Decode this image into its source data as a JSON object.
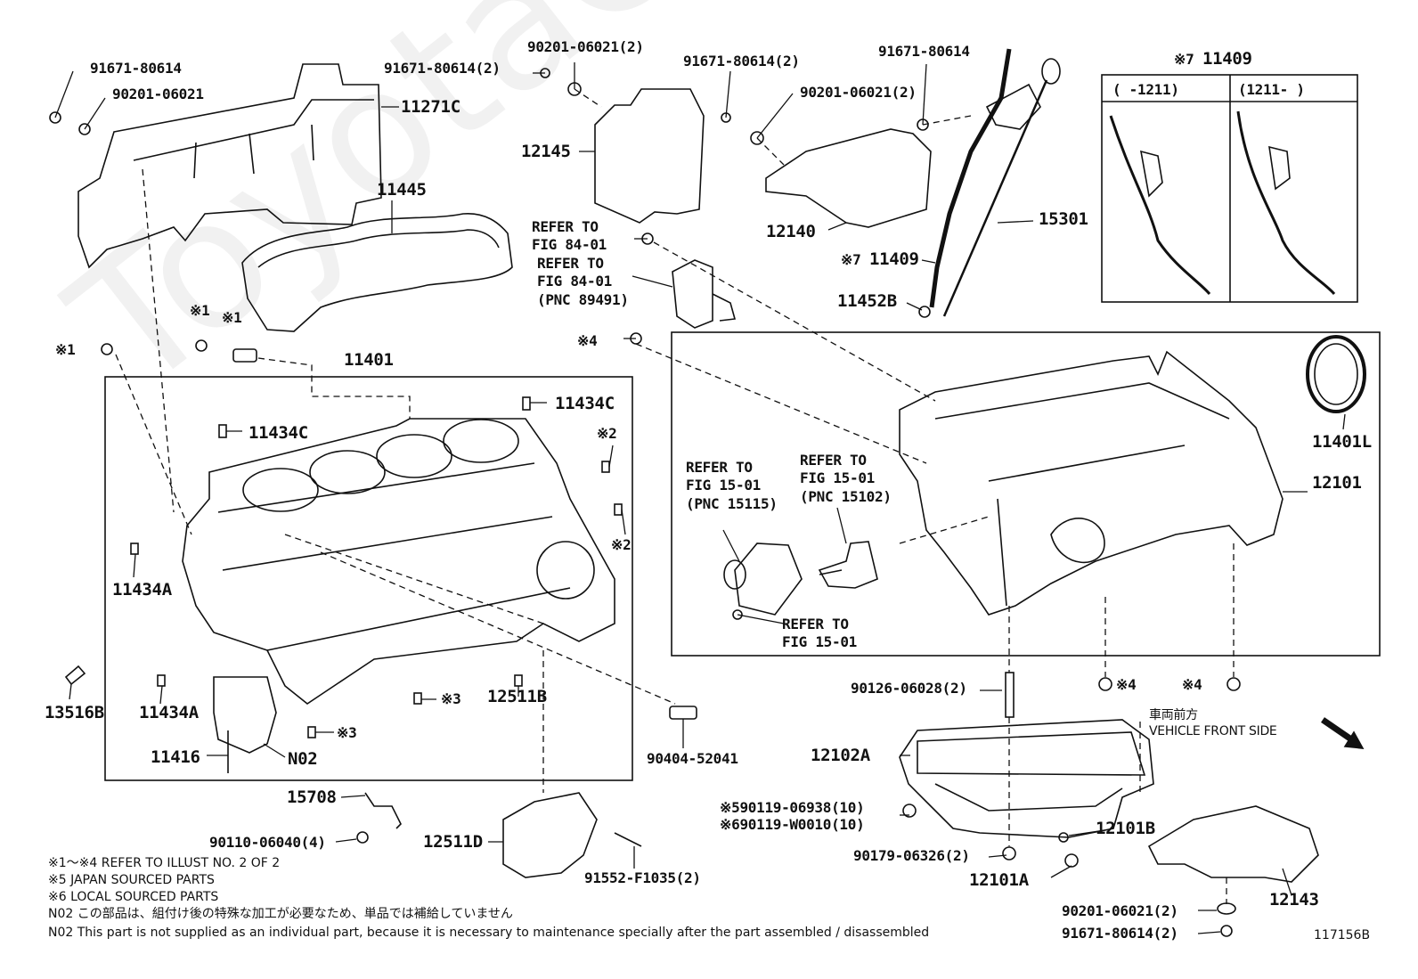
{
  "watermark": "ToyotaCarMiner.ru",
  "labels": {
    "p91671_80614_tl": "91671-80614",
    "p90201_06021_tl": "90201-06021",
    "p11271C": "11271C",
    "p91671_80614_2a": "91671-80614(2)",
    "p90201_06021_2a": "90201-06021(2)",
    "p12145": "12145",
    "p91671_80614_2b": "91671-80614(2)",
    "p90201_06021_2b": "90201-06021(2)",
    "p12140": "12140",
    "p91671_80614_tr": "91671-80614",
    "p15301": "15301",
    "p11409_mark": "※7",
    "p11409": "11409",
    "p11452B": "11452B",
    "p11445": "11445",
    "refer_84a": "REFER TO",
    "refer_84a_fig": "FIG 84-01",
    "refer_84b": "REFER TO",
    "refer_84b_fig": "FIG 84-01",
    "refer_84b_pnc": "(PNC 89491)",
    "mark_4a": "※4",
    "mark_1a": "※1",
    "mark_1b": "※1",
    "mark_1c": "※1",
    "p11401": "11401",
    "p11434C_a": "11434C",
    "p11434C_b": "11434C",
    "mark_2a": "※2",
    "mark_2b": "※2",
    "p11434A_a": "11434A",
    "p11434A_b": "11434A",
    "p13516B": "13516B",
    "mark_3a": "※3",
    "mark_3b": "※3",
    "p12511B": "12511B",
    "p11416": "11416",
    "pN02": "N02",
    "p90404_52041": "90404-52041",
    "p15708": "15708",
    "p90110_06040": "90110-06040(4)",
    "p12511D": "12511D",
    "p91552_F1035": "91552-F1035(2)",
    "refer_15a": "REFER TO",
    "refer_15a_fig": "FIG 15-01",
    "refer_15a_pnc": "(PNC 15115)",
    "refer_15b": "REFER TO",
    "refer_15b_fig": "FIG 15-01",
    "refer_15b_pnc": "(PNC 15102)",
    "refer_15c": "REFER TO",
    "refer_15c_fig": "FIG 15-01",
    "p11401L": "11401L",
    "p12101": "12101",
    "p90126_06028": "90126-06028(2)",
    "mark_4b": "※4",
    "mark_4c": "※4",
    "vehicle_front_jp": "車両前方",
    "vehicle_front_en": "VEHICLE FRONT SIDE",
    "p12102A": "12102A",
    "p90119_06938": "※590119-06938(10)",
    "p90119_W0010": "※690119-W0010(10)",
    "p12101B": "12101B",
    "p90179_06326": "90179-06326(2)",
    "p12101A": "12101A",
    "p12143": "12143",
    "p90201_06021_br": "90201-06021(2)",
    "p91671_80614_br": "91671-80614(2)",
    "inset_col1": "(    -1211)",
    "inset_col2": "(1211-    )",
    "inset_mark": "※7",
    "inset_title": "11409",
    "diagram_id": "117156B"
  },
  "notes": {
    "n1": "※1～※4  REFER TO ILLUST NO. 2 OF 2",
    "n2": "※5  JAPAN SOURCED PARTS",
    "n3": "※6  LOCAL SOURCED PARTS",
    "n4": "N02  この部品は、組付け後の特殊な加工が必要なため、単品では補給していません",
    "n5": "N02  This part is not supplied as an individual part, because it is necessary to maintenance specially after the part assembled / disassembled"
  }
}
